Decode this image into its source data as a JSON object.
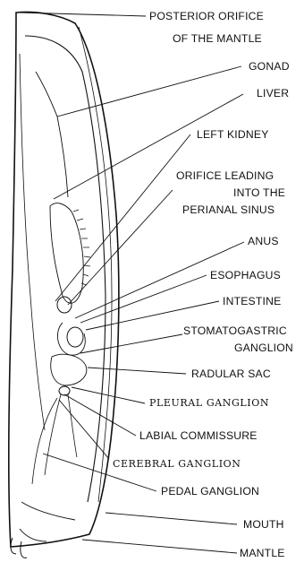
{
  "labels": {
    "posterior_orifice_1": "POSTERIOR ORIFICE",
    "posterior_orifice_2": "OF THE MANTLE",
    "gonad": "GONAD",
    "liver": "LIVER",
    "left_kidney": "LEFT KIDNEY",
    "perianal_1": "ORIFICE LEADING",
    "perianal_2": "INTO THE",
    "perianal_3": "PERIANAL SINUS",
    "anus": "ANUS",
    "esophagus": "ESOPHAGUS",
    "intestine": "INTESTINE",
    "stomatogastric_1": "STOMATOGASTRIC",
    "stomatogastric_2": "GANGLION",
    "radular_sac": "RADULAR SAC",
    "pleural_ganglion": "PLEURAL GANGLION",
    "labial_commissure": "LABIAL COMMISSURE",
    "cerebral_ganglion": "CEREBRAL GANGLION",
    "pedal_ganglion": "PEDAL GANGLION",
    "mouth": "MOUTH",
    "mantle": "MANTLE"
  }
}
